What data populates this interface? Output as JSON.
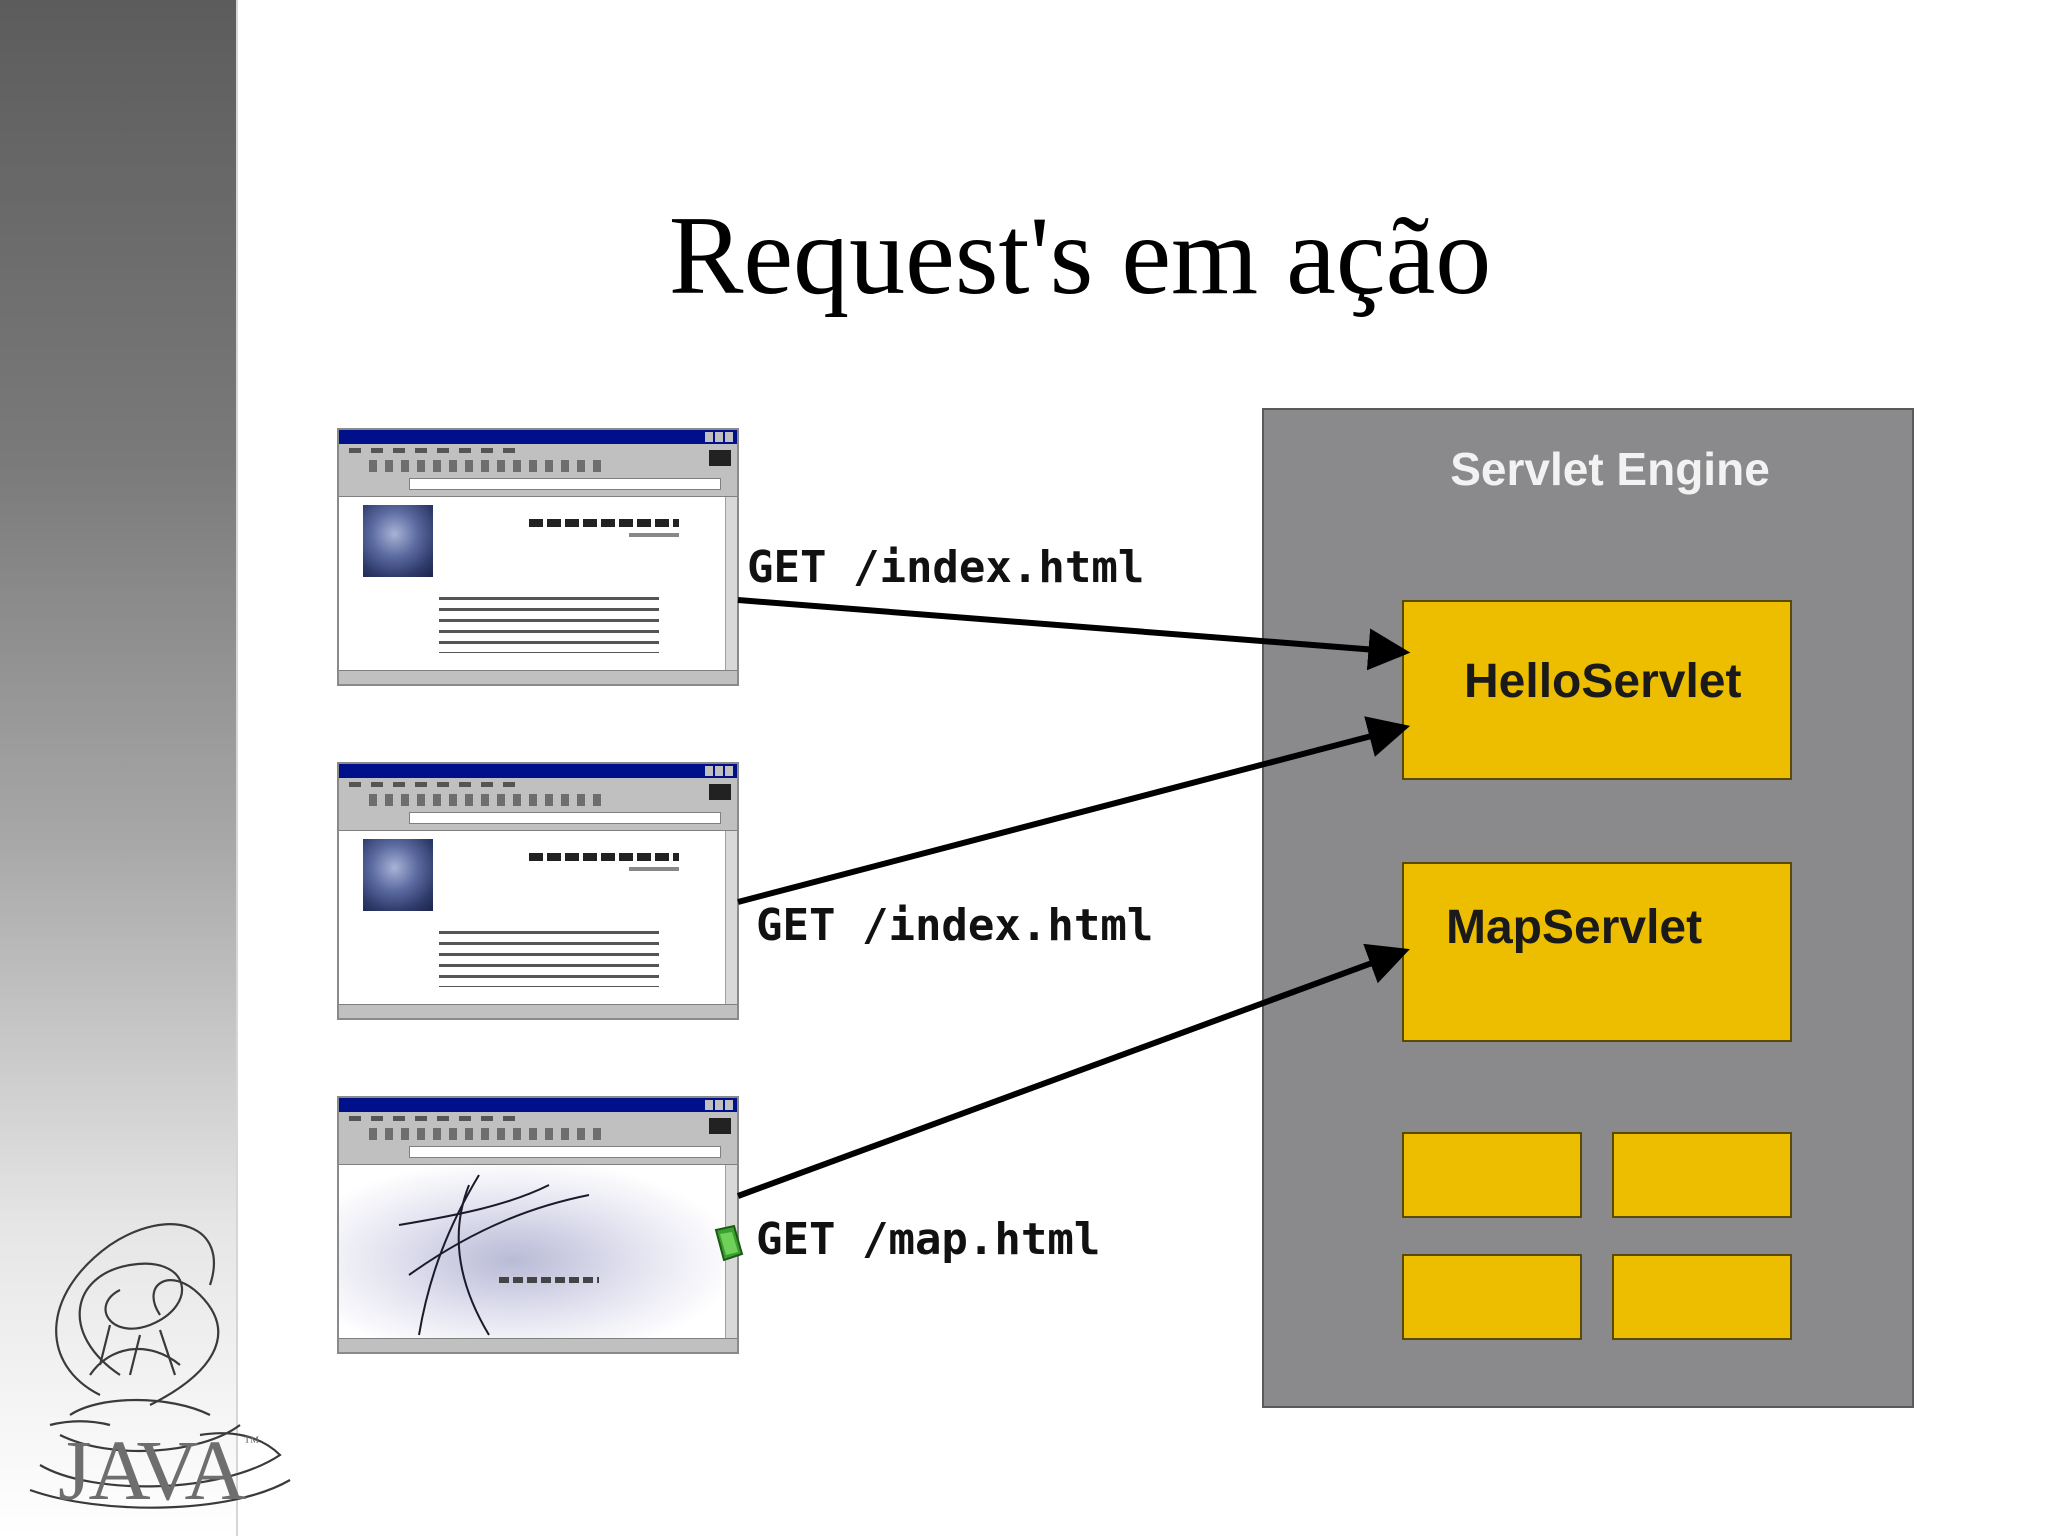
{
  "slide": {
    "title": "Request's em ação"
  },
  "branding": {
    "wordmark": "JAVA",
    "trademark": "™"
  },
  "requests": [
    {
      "label": "GET /index.html",
      "target": "HelloServlet"
    },
    {
      "label": "GET /index.html",
      "target": "HelloServlet"
    },
    {
      "label": "GET /map.html",
      "target": "MapServlet"
    }
  ],
  "engine": {
    "title": "Servlet Engine",
    "servlets": [
      "HelloServlet",
      "MapServlet"
    ],
    "empty_slots": 4
  },
  "colors": {
    "engine_fill": "#8a8a8c",
    "servlet_fill": "#edbd00",
    "browser_titlebar": "#000f8a",
    "arrow": "#000000"
  }
}
